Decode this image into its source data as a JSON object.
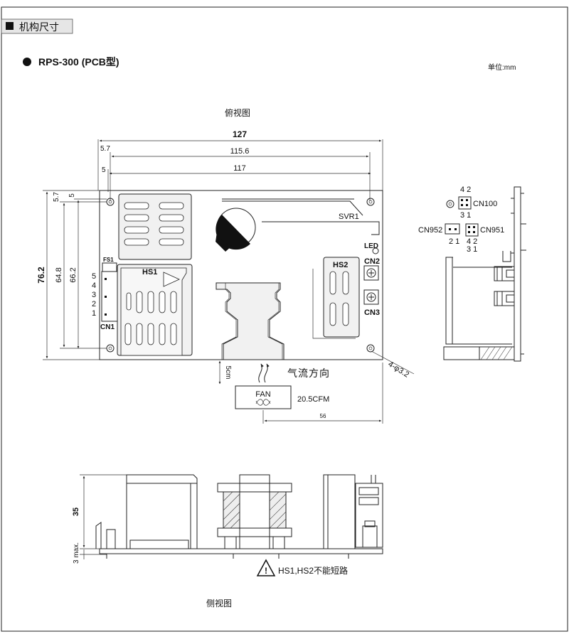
{
  "header": {
    "section_title": "机构尺寸"
  },
  "model": {
    "name": "RPS-300 (PCB型)",
    "unit": "单位:mm"
  },
  "top_view": {
    "title": "俯视图",
    "dims": {
      "overall_width": "127",
      "inset_left": "5.7",
      "hole_spacing_long": "115.6",
      "inset_left_2": "5",
      "hole_spacing_short": "117",
      "overall_height": "76.2",
      "hole_height_1": "64.8",
      "hole_height_2": "66.2",
      "top_inset_1": "5.7",
      "top_inset_2": "5"
    },
    "labels": {
      "svr": "SVR1",
      "led": "LED",
      "cn2": "CN2",
      "cn3": "CN3",
      "hs1": "HS1",
      "hs2": "HS2",
      "fs1": "FS1",
      "cn1": "CN1",
      "cn1_pins": [
        "5",
        "4",
        "3",
        "2",
        "1"
      ],
      "holes": "4-φ3.2",
      "airflow": "气流方向",
      "fan_gap": "5cm",
      "fan": "FAN",
      "fan_cfm": "20.5CFM",
      "fan_dim": "56"
    }
  },
  "right_view": {
    "cn100": "CN100",
    "cn100_top": "4 2",
    "cn100_bot": "3 1",
    "cn952": "CN952",
    "cn952_pins": "2 1",
    "cn951": "CN951",
    "cn951_top": "4 2",
    "cn951_bot": "3 1"
  },
  "side_view": {
    "title": "侧视图",
    "height": "35",
    "max_label": "3 max.",
    "warning": "HS1,HS2不能短路"
  }
}
